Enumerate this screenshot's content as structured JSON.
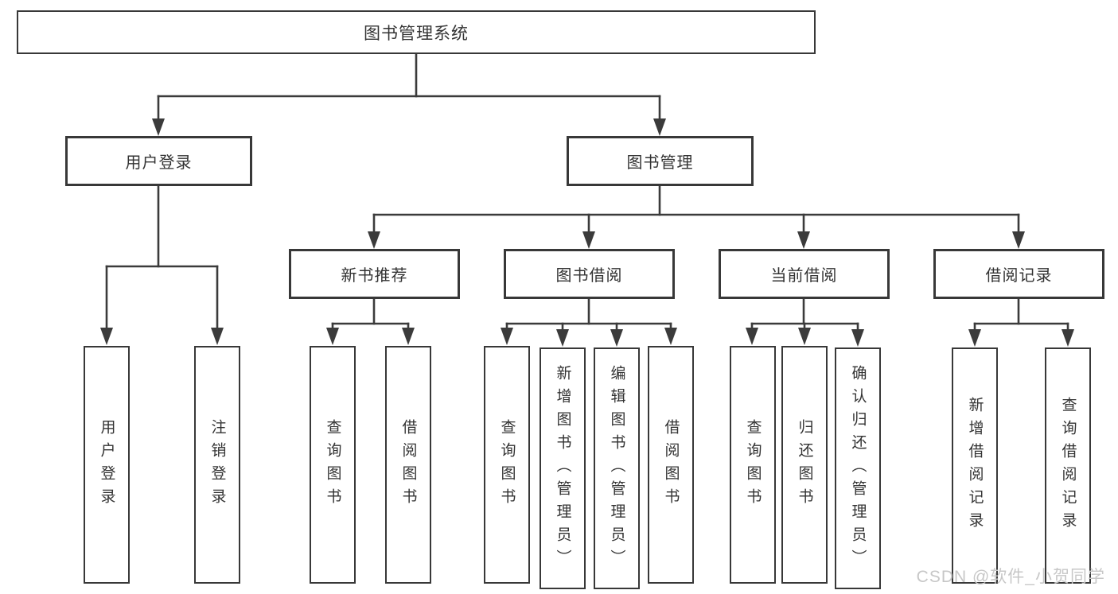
{
  "tree": {
    "label": "图书管理系统",
    "children": [
      {
        "label": "用户登录",
        "children": [
          {
            "label": "用户登录"
          },
          {
            "label": "注销登录"
          }
        ]
      },
      {
        "label": "图书管理",
        "children": [
          {
            "label": "新书推荐",
            "children": [
              {
                "label": "查询图书"
              },
              {
                "label": "借阅图书"
              }
            ]
          },
          {
            "label": "图书借阅",
            "children": [
              {
                "label": "查询图书"
              },
              {
                "label": "新增图书（管理员）"
              },
              {
                "label": "编辑图书（管理员）"
              },
              {
                "label": "借阅图书"
              }
            ]
          },
          {
            "label": "当前借阅",
            "children": [
              {
                "label": "查询图书"
              },
              {
                "label": "归还图书"
              },
              {
                "label": "确认归还（管理员）"
              }
            ]
          },
          {
            "label": "借阅记录",
            "children": [
              {
                "label": "新增借阅记录"
              },
              {
                "label": "查询借阅记录"
              }
            ]
          }
        ]
      }
    ]
  },
  "watermark": "CSDN @软件_小贺同学",
  "colors": {
    "line": "#3b3b3b",
    "border": "#383838",
    "text": "#333333",
    "watermark": "#c7c7c7",
    "background": "#ffffff"
  }
}
